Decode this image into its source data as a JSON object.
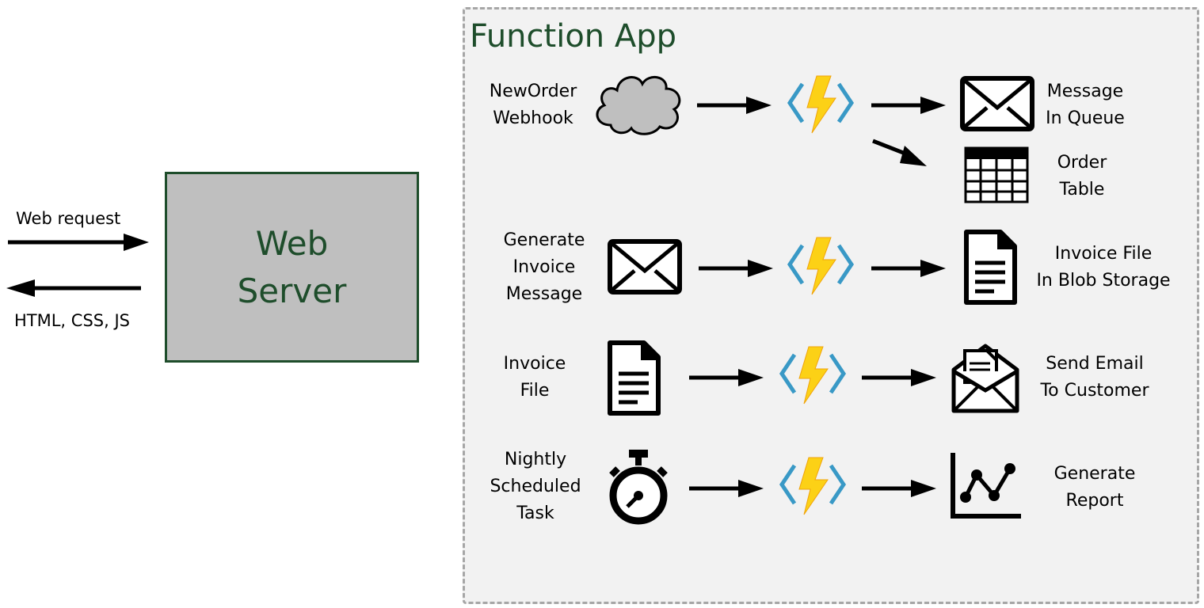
{
  "left": {
    "request_label": "Web request",
    "response_label": "HTML, CSS, JS",
    "server_line1": "Web",
    "server_line2": "Server"
  },
  "function_app": {
    "title": "Function App",
    "rows": [
      {
        "trigger_lines": [
          "NewOrder",
          "Webhook"
        ],
        "trigger_icon": "cloud-icon",
        "output_lines": [
          "Message",
          "In Queue"
        ],
        "output_icon": "envelope-icon",
        "extra_output_lines": [
          "Order",
          "Table"
        ],
        "extra_output_icon": "table-icon"
      },
      {
        "trigger_lines": [
          "Generate",
          "Invoice",
          "Message"
        ],
        "trigger_icon": "envelope-icon",
        "output_lines": [
          "Invoice File",
          "In Blob Storage"
        ],
        "output_icon": "document-icon"
      },
      {
        "trigger_lines": [
          "Invoice",
          "File"
        ],
        "trigger_icon": "document-icon",
        "output_lines": [
          "Send Email",
          "To Customer"
        ],
        "output_icon": "open-envelope-icon"
      },
      {
        "trigger_lines": [
          "Nightly",
          "Scheduled",
          "Task"
        ],
        "trigger_icon": "stopwatch-icon",
        "output_lines": [
          "Generate",
          "Report"
        ],
        "output_icon": "line-chart-icon"
      }
    ]
  },
  "colors": {
    "dark_green": "#1e4d2b",
    "bolt_yellow": "#fcd116",
    "bracket_blue": "#3999c6"
  }
}
